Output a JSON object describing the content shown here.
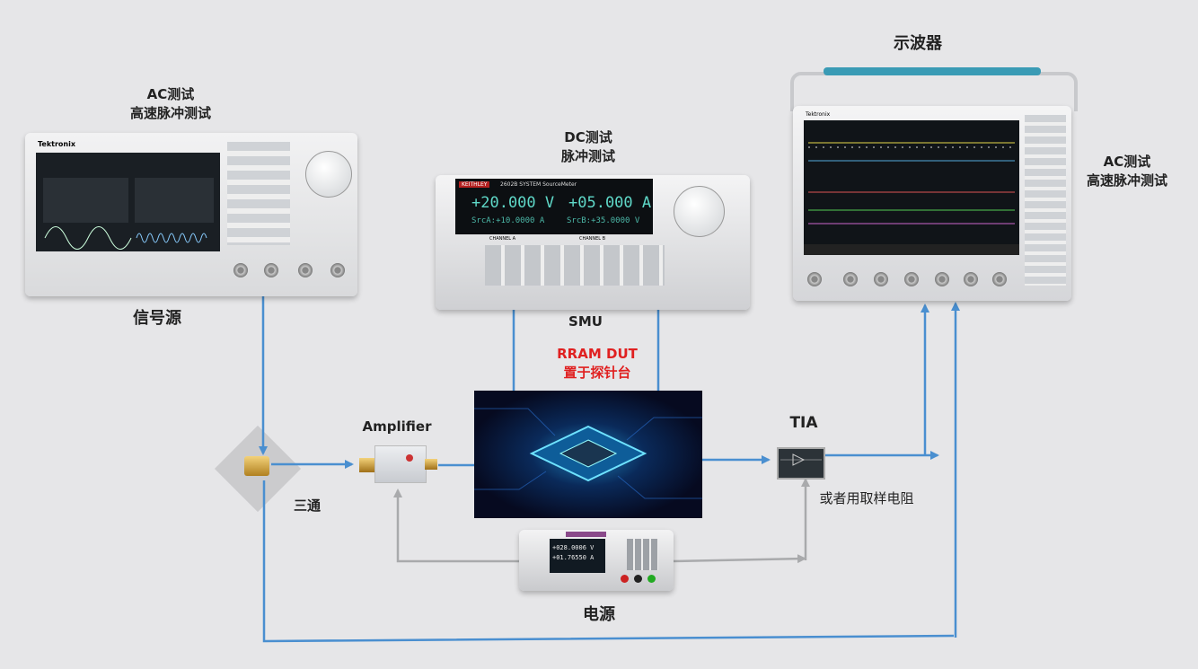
{
  "colors": {
    "signal_line": "#4a8fd0",
    "bias_line": "#a9aaac",
    "dut_label": "#e02020",
    "background": "#e6e6e8"
  },
  "signal_generator": {
    "label": "信号源",
    "test_lines": [
      "AC测试",
      "高速脉冲测试"
    ],
    "brand": "Tektronix"
  },
  "smu": {
    "label": "SMU",
    "test_lines": [
      "DC测试",
      "脉冲测试"
    ],
    "brand": "KEITHLEY",
    "model": "2602B SYSTEM SourceMeter",
    "reading_a": "+20.000 V",
    "reading_b": "+05.000 A",
    "sub_a": "SrcA:+10.0000 A",
    "sub_b": "SrcB:+35.0000 V",
    "channel_a": "CHANNEL A",
    "channel_b": "CHANNEL B"
  },
  "oscilloscope": {
    "title": "示波器",
    "test_lines": [
      "AC测试",
      "高速脉冲测试"
    ],
    "brand": "Tektronix"
  },
  "dut": {
    "lines": [
      "RRAM DUT",
      "置于探针台"
    ]
  },
  "amplifier": {
    "label": "Amplifier"
  },
  "tee": {
    "label": "三通"
  },
  "tia": {
    "label": "TIA",
    "note": "或者用取样电阻"
  },
  "power_supply": {
    "label": "电源",
    "reading_v": "+028.0006 V",
    "reading_i": "+01.76550 A"
  }
}
